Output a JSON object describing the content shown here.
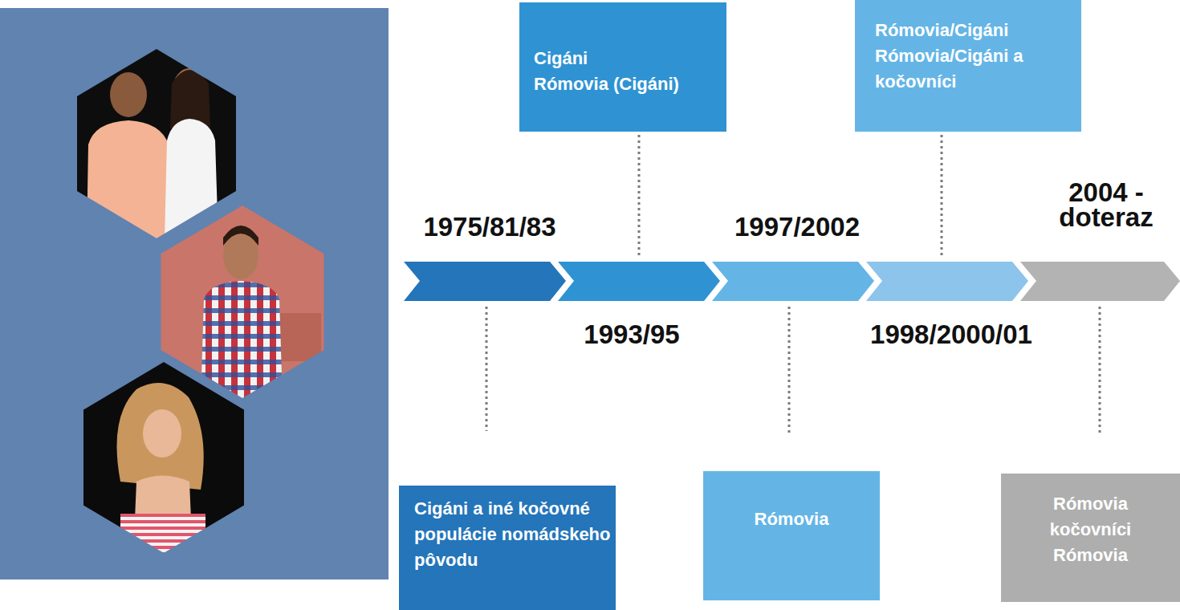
{
  "diagram": {
    "nodes": [
      {
        "text": [
          "Cigáni a iné kočovné populácie nomádskeho pôvodu"
        ]
      },
      {
        "text": [
          "Cigáni",
          "Rómovia (Cigáni)"
        ]
      },
      {
        "text": [
          "Rómovia"
        ]
      },
      {
        "text": [
          "Rómovia/Cigáni",
          "Rómovia/Cigáni a kočovníci"
        ]
      },
      {
        "text": [
          "Rómovia",
          "kočovníci",
          "Rómovia"
        ]
      }
    ],
    "labels": [
      "1975/81/83",
      "1993/95",
      "1997/2002",
      "1998/2000/01",
      "2004 - doteraz"
    ]
  }
}
